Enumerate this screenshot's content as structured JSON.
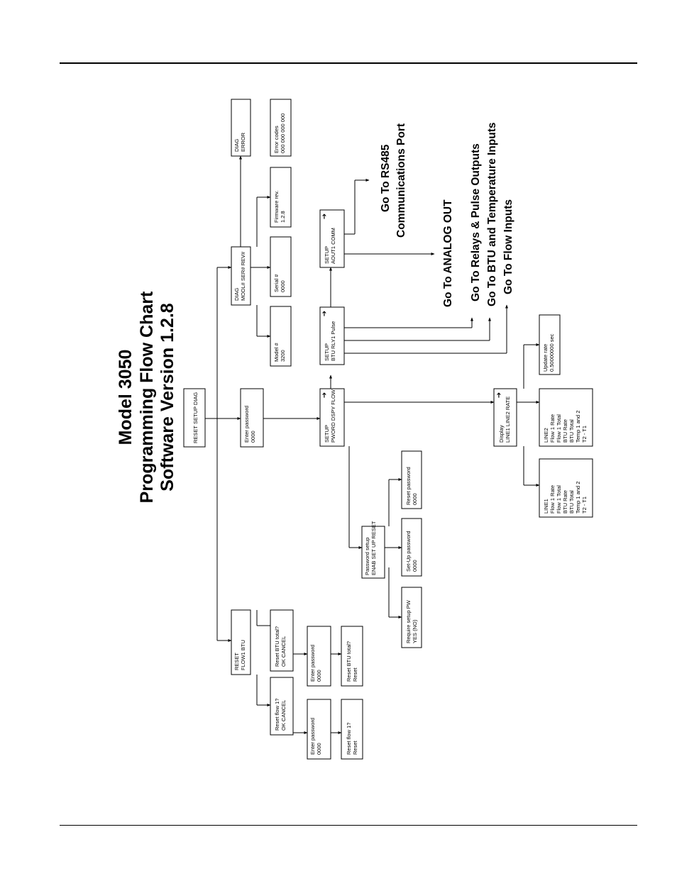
{
  "title": {
    "line1": "Model 3050",
    "line2": "Programming Flow Chart",
    "line3": "Software Version 1.2.8"
  },
  "boxes": {
    "root": [
      "RESET  SETUP  DIAG"
    ],
    "reset": [
      "RESET",
      "FLOW1   BTU"
    ],
    "reset_flow1": [
      "Reset flow 1?",
      "OK CANCEL"
    ],
    "reset_flow1_pw": [
      "Enter password",
      "0000"
    ],
    "reset_flow1_confirm": [
      "Reset flow 1?",
      "Reset"
    ],
    "reset_btu": [
      "Reset BTU total?",
      "OK CANCEL"
    ],
    "reset_btu_pw": [
      "Enter password",
      "0000"
    ],
    "reset_btu_confirm": [
      "Reset BTU total?",
      "Reset"
    ],
    "enter_password": [
      "Enter password",
      "0000"
    ],
    "setup_main": [
      "SETUP",
      "PWORD DSPY FLOW"
    ],
    "password_setup": [
      "Password setup",
      "ENAB SET UP RESET"
    ],
    "require_setup_pw": [
      "Require setup PW",
      "YES    (NO)"
    ],
    "setup_password": [
      "Set-Up password",
      "0000"
    ],
    "reset_password": [
      "Reset password",
      "0000"
    ],
    "display": [
      "Display",
      "LINE1 LINE2 RATE"
    ],
    "line1": [
      "LINE1",
      "Flow 1 Rate",
      "Flow 1 Total",
      "BTU Rate",
      "BTU Total",
      "Temp 1 and 2",
      "T2  -  T1"
    ],
    "line2": [
      "LINE2",
      "Flow 1 Rate",
      "Flow 1 Total",
      "BTU Rate",
      "BTU Total",
      "Temp 1 and 2",
      "T2  -  T1"
    ],
    "update_rate": [
      "Update rate",
      "0.50000000 sec"
    ],
    "setup_btu": [
      "SETUP",
      "BTU RLY1  Pulse"
    ],
    "setup_aout": [
      "SETUP",
      "AOUT1  COMM"
    ],
    "diag": [
      "DIAG",
      "MODL# SER# REV#"
    ],
    "model": [
      "Model #",
      "3200"
    ],
    "serial": [
      "Serial #",
      "0000"
    ],
    "firmware": [
      "Firmware rev.",
      "1.2.8"
    ],
    "diag_error": [
      "DIAG",
      "ERROR"
    ],
    "error_codes": [
      "Error codes",
      "000 000 000 000"
    ]
  },
  "arrow_glyph": "➔",
  "goto": {
    "rs485_line1": "Go To RS485",
    "rs485_line2": "Communications Port",
    "analog": "Go To ANALOG OUT",
    "relays": "Go To Relays & Pulse Outputs",
    "btu_temp": "Go To BTU and Temperature Inputs",
    "flow": "Go To Flow Inputs"
  }
}
